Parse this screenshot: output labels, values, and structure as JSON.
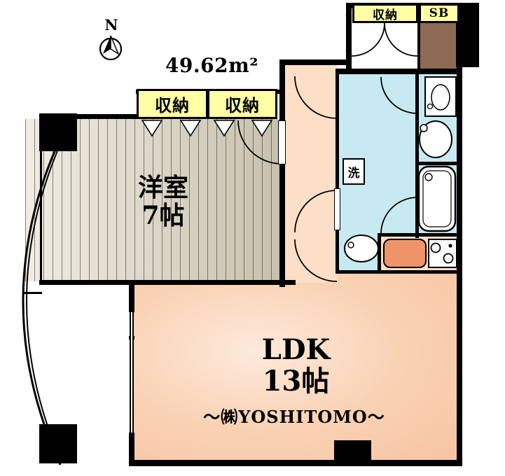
{
  "meta": {
    "area_label": "49.62m²",
    "compass_label": "N"
  },
  "rooms": {
    "western": {
      "name": "洋室",
      "size": "7帖"
    },
    "ldk": {
      "name": "LDK",
      "size": "13帖"
    }
  },
  "labels": {
    "storage_top": "収納",
    "shoe_box": "SB",
    "closet_left": "収納",
    "closet_right": "収納",
    "laundry": "洗",
    "watermark": "～㈱YOSHITOMO～"
  },
  "colors": {
    "wall": "#000000",
    "storage-yellow": "#ffffa6",
    "sb-brown": "#8d6a52",
    "bath-blue": "#c7e9f2",
    "hall-peach": "#fcdfc6",
    "room-beige": "#e9e3d3",
    "ldk-light": "#fdeadb",
    "ldk-main": "#f6c4a2",
    "stove-orange": "#ef9468"
  }
}
